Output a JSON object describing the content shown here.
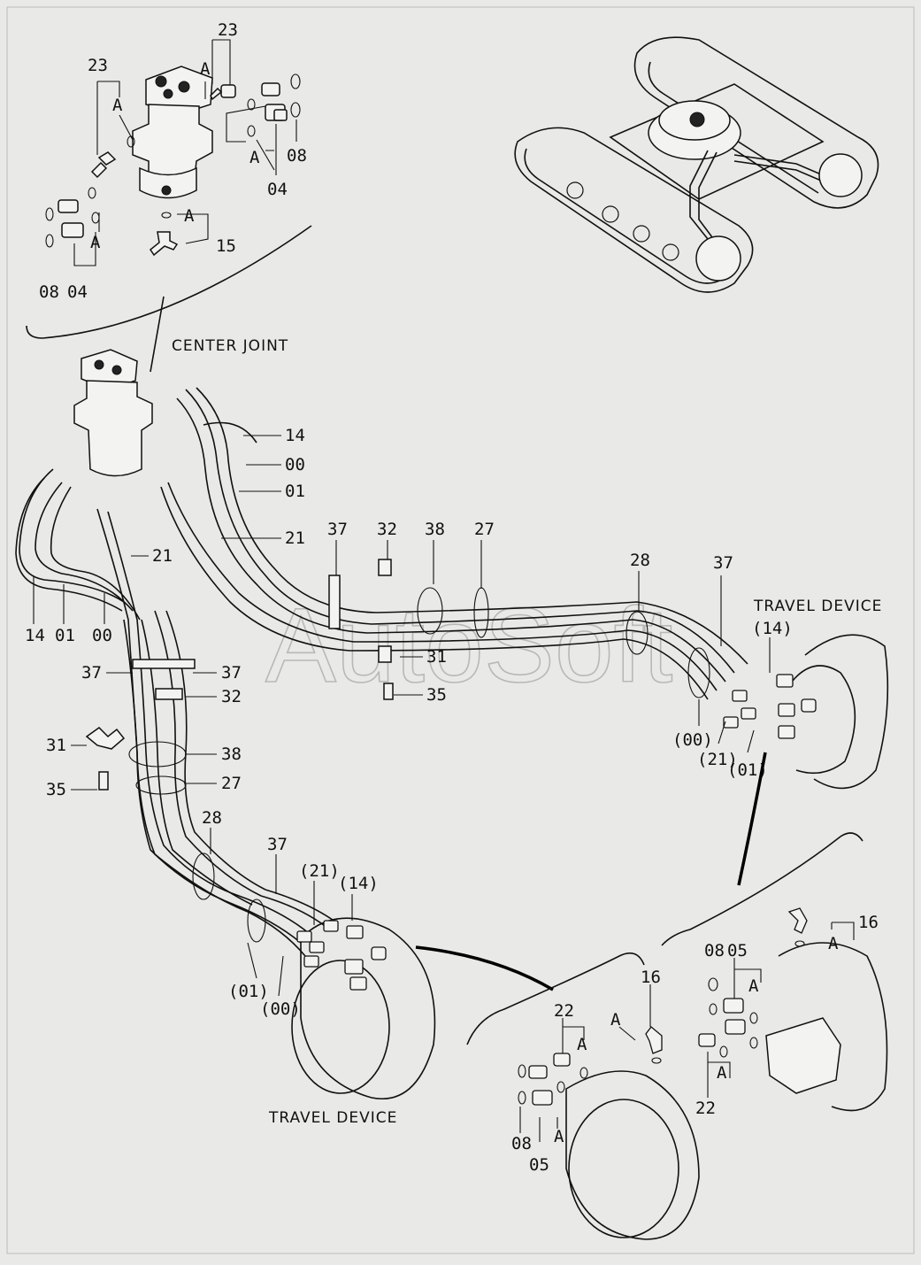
{
  "watermark": "AutoSoft",
  "captions": {
    "center_joint": "CENTER JOINT",
    "travel_device_right": "TRAVEL DEVICE",
    "travel_device_left": "TRAVEL DEVICE"
  },
  "callouts": {
    "c23a": "23",
    "c23b": "23",
    "cA1": "A",
    "cA2": "A",
    "cA3": "A",
    "cA4": "A",
    "c08a": "08",
    "c04a": "04",
    "c08b": "08",
    "c04b": "04",
    "c15": "15",
    "c14a": "14",
    "c00a": "00",
    "c01a": "01",
    "c21a": "21",
    "c21b": "21",
    "c14b": "14",
    "c01b": "01",
    "c00b": "00",
    "c37a": "37",
    "c32a": "32",
    "c38a": "38",
    "c27a": "27",
    "c31a": "31",
    "c35a": "35",
    "c28a": "28",
    "c37b": "37",
    "c14p": "(14)",
    "c00p": "(00)",
    "c21p": "(21)",
    "c01p": "(01)",
    "c37c": "37",
    "c37d": "37",
    "c32b": "32",
    "c31b": "31",
    "c38b": "38",
    "c27b": "27",
    "c35b": "35",
    "c28b": "28",
    "c37e": "37",
    "c21q": "(21)",
    "c14q": "(14)",
    "c01q": "(01)",
    "c00q": "(00)",
    "c16a": "16",
    "cA5": "A",
    "c08c": "08",
    "c05a": "05",
    "cA6": "A",
    "cA7": "A",
    "c22a": "22",
    "c16b": "16",
    "cA8": "A",
    "c22b": "22",
    "cA9": "A",
    "cA10": "A",
    "c08d": "08",
    "c05b": "05"
  }
}
